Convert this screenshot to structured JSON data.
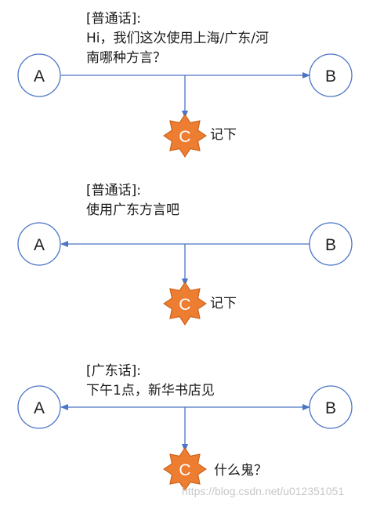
{
  "colors": {
    "node_stroke": "#4a74c4",
    "arrow": "#4a74c4",
    "star_fill": "#ed7d31",
    "star_stroke": "#c55a11"
  },
  "panels": [
    {
      "dialect": "[普通话]:",
      "message_line1": "Hi，我们这次使用上海/广东/河",
      "message_line2": "南哪种方言？",
      "node_a": "A",
      "node_b": "B",
      "node_c": "C",
      "reaction": "记下",
      "arrow_direction": "A-to-B"
    },
    {
      "dialect": "[普通话]:",
      "message_line1": "使用广东方言吧",
      "node_a": "A",
      "node_b": "B",
      "node_c": "C",
      "reaction": "记下",
      "arrow_direction": "B-to-A"
    },
    {
      "dialect": "[广东话]:",
      "message_line1": "下午1点，新华书店见",
      "node_a": "A",
      "node_b": "B",
      "node_c": "C",
      "reaction": "什么鬼？",
      "arrow_direction": "both"
    }
  ],
  "watermark": "https://blog.csdn.net/u012351051"
}
